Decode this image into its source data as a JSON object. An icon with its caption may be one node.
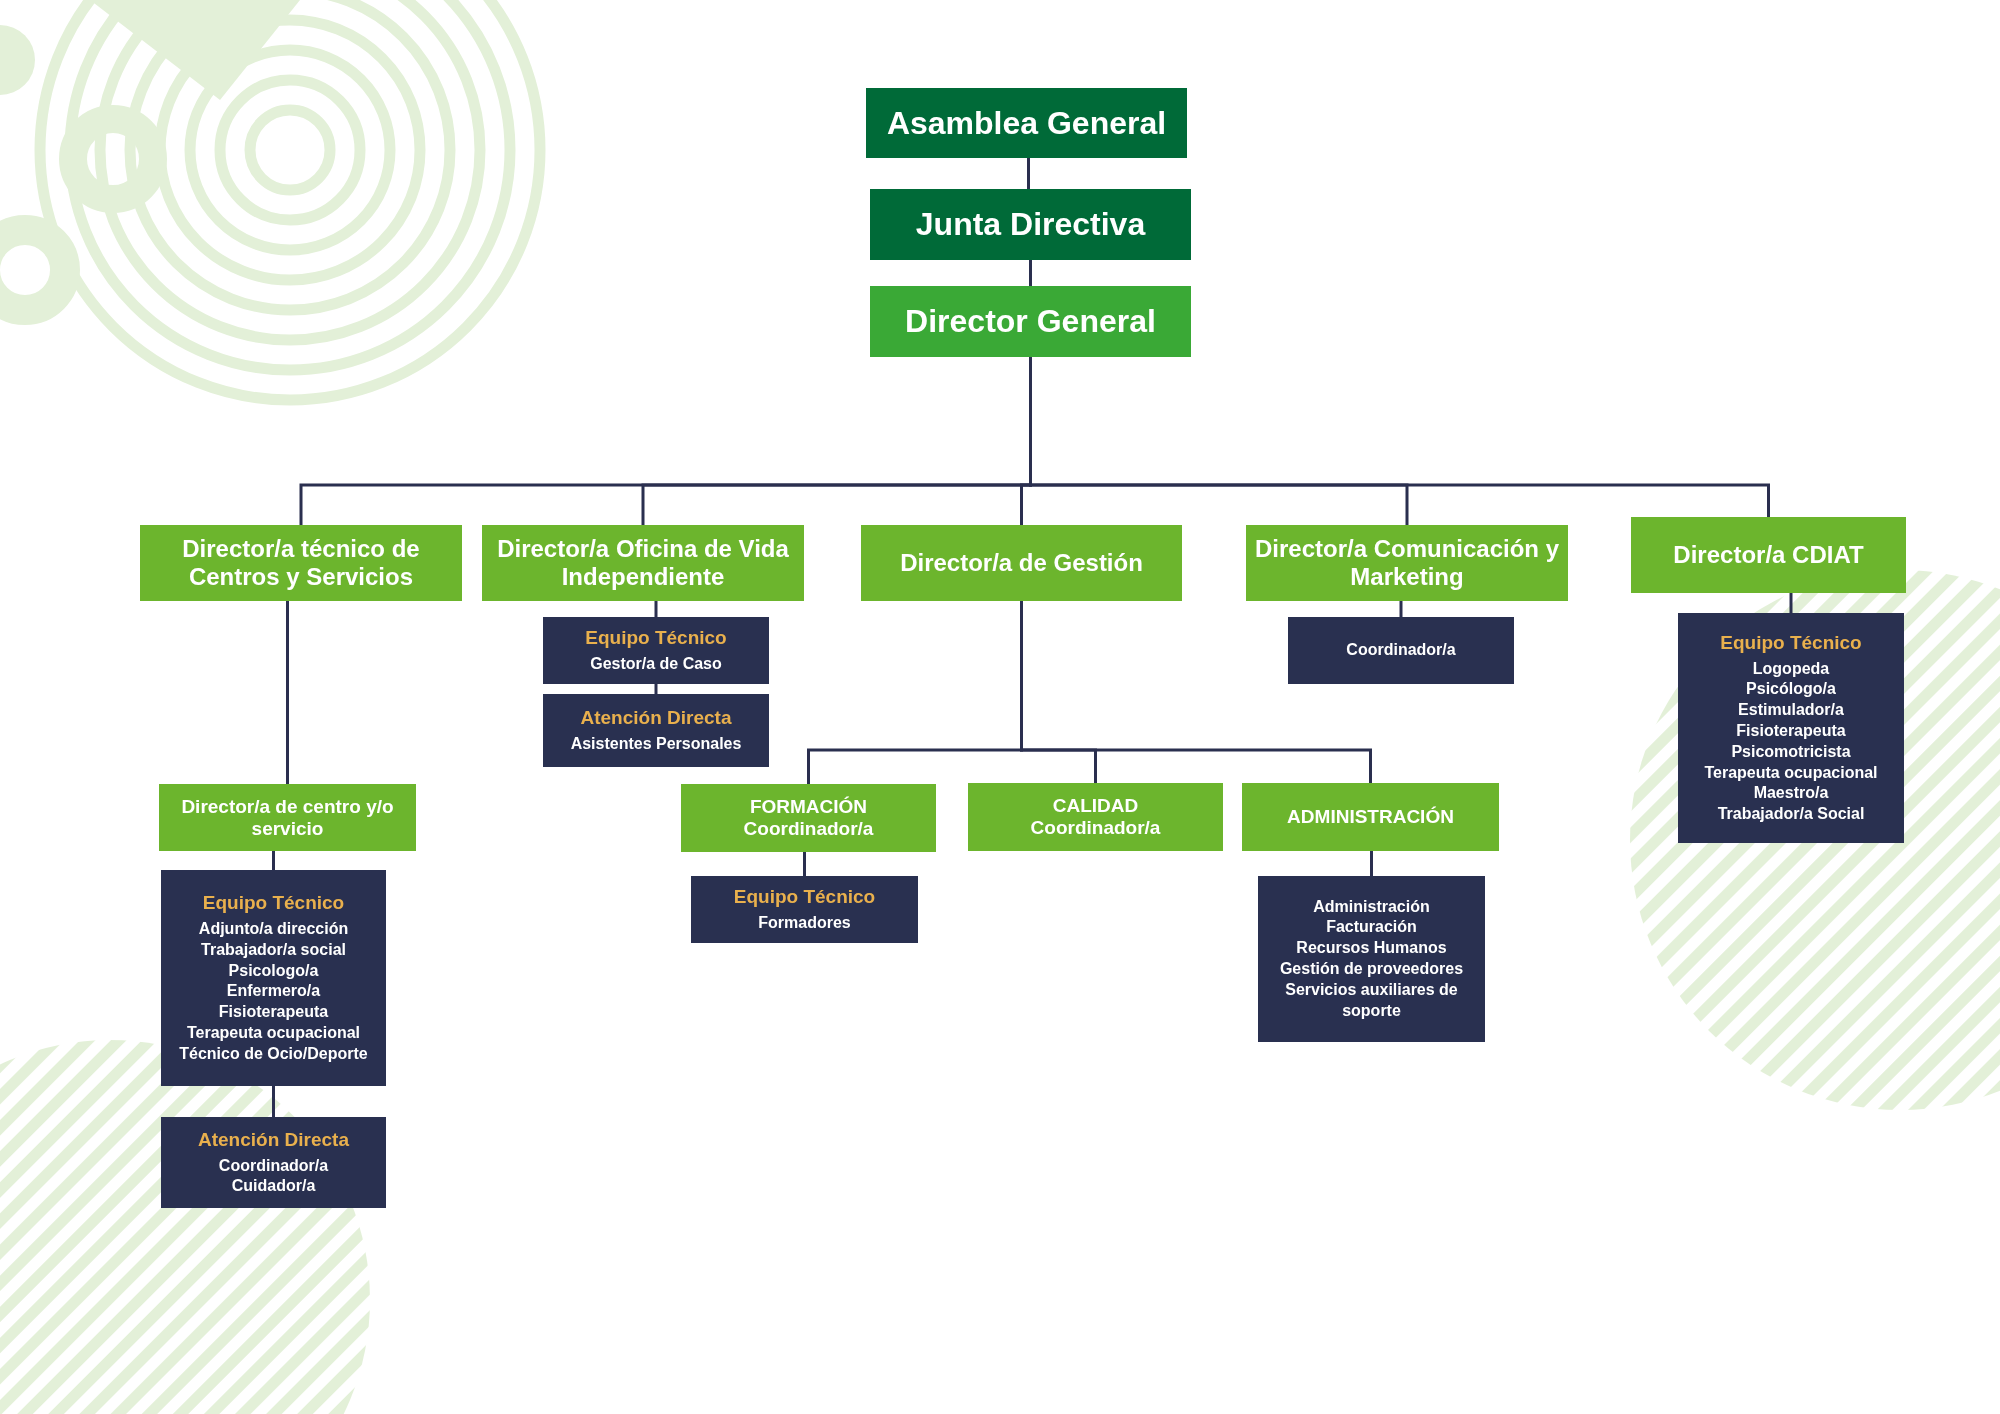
{
  "diagram": {
    "nodes": [
      {
        "text": [
          "Asamblea General"
        ]
      },
      {
        "text": [
          "Junta Directiva"
        ]
      },
      {
        "text": [
          "Director General"
        ]
      },
      {
        "text": [
          "Director/a técnico de Centros y Servicios"
        ]
      },
      {
        "text": [
          "Director/a Oficina de Vida Independiente"
        ]
      },
      {
        "text": [
          "Director/a de Gestión"
        ]
      },
      {
        "text": [
          "Director/a Comunicación y Marketing"
        ]
      },
      {
        "text": [
          "Director/a  CDIAT"
        ]
      },
      {
        "text": [
          "Equipo Técnico",
          "Gestor/a de Caso"
        ]
      },
      {
        "text": [
          "Atención Directa",
          "Asistentes Personales"
        ]
      },
      {
        "text": [
          "Coordinador/a"
        ]
      },
      {
        "text": [
          "Equipo Técnico",
          "Logopeda",
          "Psicólogo/a",
          "Estimulador/a",
          "Fisioterapeuta",
          "Psicomotricista",
          "Terapeuta ocupacional",
          "Maestro/a",
          "Trabajador/a Social"
        ]
      },
      {
        "text": [
          "Director/a de centro y/o servicio"
        ]
      },
      {
        "text": [
          "Equipo Técnico",
          "Adjunto/a dirección",
          "Trabajador/a social",
          "Psicologo/a",
          "Enfermero/a",
          "Fisioterapeuta",
          "Terapeuta ocupacional",
          "Técnico de Ocio/Deporte"
        ]
      },
      {
        "text": [
          "Atención  Directa",
          "Coordinador/a",
          "Cuidador/a"
        ]
      },
      {
        "text": [
          "FORMACIÓN",
          "Coordinador/a"
        ]
      },
      {
        "text": [
          "CALIDAD",
          "Coordinador/a"
        ]
      },
      {
        "text": [
          "ADMINISTRACIÓN"
        ]
      },
      {
        "text": [
          "Equipo Técnico",
          "Formadores"
        ]
      },
      {
        "text": [
          "Administración",
          "Facturación",
          "Recursos Humanos",
          "Gestión de proveedores",
          "Servicios auxiliares de soporte"
        ]
      }
    ],
    "edges": [
      {
        "from": 0,
        "to": 1,
        "arrow": "none"
      },
      {
        "from": 1,
        "to": 2,
        "arrow": "none"
      },
      {
        "from": 2,
        "to": 3,
        "arrow": "none"
      },
      {
        "from": 2,
        "to": 4,
        "arrow": "none"
      },
      {
        "from": 2,
        "to": 5,
        "arrow": "none"
      },
      {
        "from": 2,
        "to": 6,
        "arrow": "none"
      },
      {
        "from": 2,
        "to": 7,
        "arrow": "none"
      },
      {
        "from": 4,
        "to": 8,
        "arrow": "none"
      },
      {
        "from": 8,
        "to": 9,
        "arrow": "none"
      },
      {
        "from": 6,
        "to": 10,
        "arrow": "none"
      },
      {
        "from": 7,
        "to": 11,
        "arrow": "none"
      },
      {
        "from": 3,
        "to": 12,
        "arrow": "none"
      },
      {
        "from": 12,
        "to": 13,
        "arrow": "none"
      },
      {
        "from": 13,
        "to": 14,
        "arrow": "none"
      },
      {
        "from": 5,
        "to": 15,
        "arrow": "none"
      },
      {
        "from": 5,
        "to": 16,
        "arrow": "none"
      },
      {
        "from": 5,
        "to": 17,
        "arrow": "none"
      },
      {
        "from": 15,
        "to": 18,
        "arrow": "none"
      },
      {
        "from": 17,
        "to": 19,
        "arrow": "none"
      }
    ]
  }
}
